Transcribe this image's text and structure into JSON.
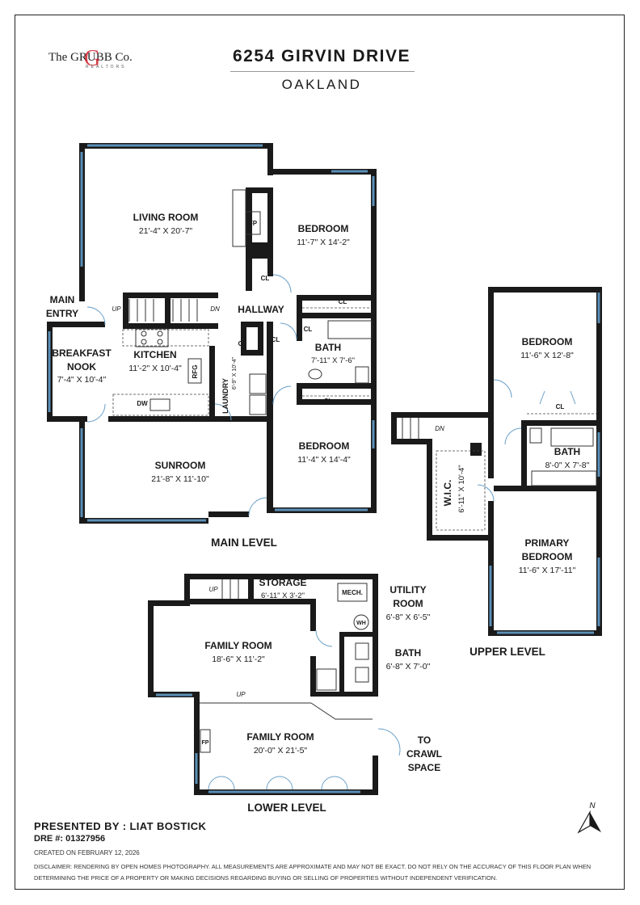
{
  "header": {
    "logo_text": "The GRUBB Co.",
    "logo_mark": "G",
    "logo_sub": "REALTORS",
    "address": "6254 GIRVIN DRIVE",
    "city": "OAKLAND"
  },
  "levels": {
    "main": "MAIN LEVEL",
    "upper": "UPPER LEVEL",
    "lower": "LOWER LEVEL"
  },
  "rooms": {
    "living": {
      "name": "LIVING ROOM",
      "dims": "21'-4\" X 20'-7\""
    },
    "bedroom_main_1": {
      "name": "BEDROOM",
      "dims": "11'-7\" X 14'-2\""
    },
    "main_entry_1": "MAIN",
    "main_entry_2": "ENTRY",
    "hallway": "HALLWAY",
    "breakfast_1": "BREAKFAST",
    "breakfast_2": "NOOK",
    "breakfast_dims": "7'-4\" X 10'-4\"",
    "kitchen": {
      "name": "KITCHEN",
      "dims": "11'-2\" X 10'-4\""
    },
    "laundry": {
      "name": "LAUNDRY",
      "dims": "6'-9\" X 10'-4\""
    },
    "bath_main": {
      "name": "BATH",
      "dims": "7'-11\" X 7'-6\""
    },
    "bedroom_main_2": {
      "name": "BEDROOM",
      "dims": "11'-4\" X 14'-4\""
    },
    "sunroom": {
      "name": "SUNROOM",
      "dims": "21'-8\" X 11'-10\""
    },
    "bedroom_upper": {
      "name": "BEDROOM",
      "dims": "11'-6\" X 12'-8\""
    },
    "bath_upper": {
      "name": "BATH",
      "dims": "8'-0\" X 7'-8\""
    },
    "wic": {
      "name": "W.I.C.",
      "dims": "6'-11\" X 10'-4\""
    },
    "primary_1": "PRIMARY",
    "primary_2": "BEDROOM",
    "primary_dims": "11'-6\" X 17'-11\"",
    "storage": {
      "name": "STORAGE",
      "dims": "6'-11\" X 3'-2\""
    },
    "utility_1": "UTILITY",
    "utility_2": "ROOM",
    "utility_dims": "6'-8\" X 6'-5\"",
    "family_1": {
      "name": "FAMILY ROOM",
      "dims": "18'-6\" X 11'-2\""
    },
    "bath_lower": {
      "name": "BATH",
      "dims": "6'-8\" X 7'-0\""
    },
    "family_2": {
      "name": "FAMILY ROOM",
      "dims": "20'-0\" X 21'-5\""
    },
    "crawl_1": "TO",
    "crawl_2": "CRAWL",
    "crawl_3": "SPACE"
  },
  "fixtures": {
    "cl": "CL",
    "fp": "FP",
    "up": "UP",
    "dn": "DN",
    "dw": "DW",
    "rfg": "RFG",
    "mech": "MECH.",
    "wh": "WH"
  },
  "compass": "N",
  "footer": {
    "presented_by": "PRESENTED BY : LIAT BOSTICK",
    "dre": "DRE #: 01327956",
    "created": "CREATED ON FEBRUARY 12, 2026",
    "disclaimer": "DISCLAIMER: RENDERING BY OPEN HOMES PHOTOGRAPHY. ALL MEASUREMENTS ARE APPROXIMATE AND MAY NOT BE EXACT. DO NOT RELY ON THE ACCURACY OF THIS FLOOR PLAN WHEN DETERMINING THE PRICE OF A PROPERTY OR MAKING DECISIONS REGARDING BUYING OR SELLING OF PROPERTIES WITHOUT INDEPENDENT VERIFICATION."
  }
}
